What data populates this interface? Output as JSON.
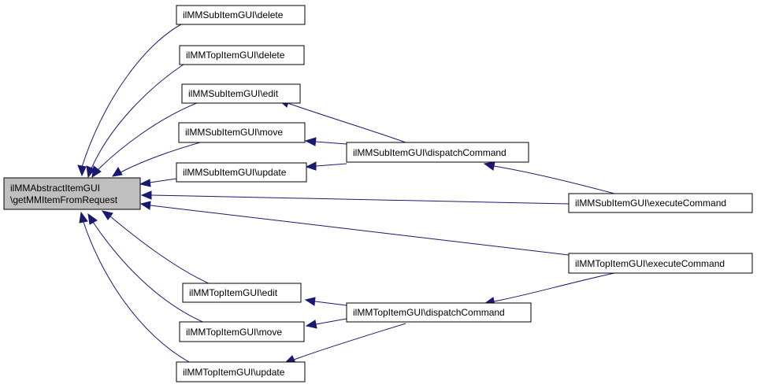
{
  "graph": {
    "colors": {
      "edge": "#191970",
      "node_border": "#000000",
      "node_fill": "#ffffff",
      "focus_fill": "#bfbfbf"
    },
    "nodes": {
      "root": {
        "line1": "ilMMAbstractItemGUI",
        "line2": "\\getMMItemFromRequest"
      },
      "sub_delete": {
        "label": "ilMMSubItemGUI\\delete"
      },
      "top_delete": {
        "label": "ilMMTopItemGUI\\delete"
      },
      "sub_edit": {
        "label": "ilMMSubItemGUI\\edit"
      },
      "sub_move": {
        "label": "ilMMSubItemGUI\\move"
      },
      "sub_update": {
        "label": "ilMMSubItemGUI\\update"
      },
      "sub_dispatch": {
        "label": "ilMMSubItemGUI\\dispatchCommand"
      },
      "sub_execute": {
        "label": "ilMMSubItemGUI\\executeCommand"
      },
      "top_execute": {
        "label": "ilMMTopItemGUI\\executeCommand"
      },
      "top_edit": {
        "label": "ilMMTopItemGUI\\edit"
      },
      "top_dispatch": {
        "label": "ilMMTopItemGUI\\dispatchCommand"
      },
      "top_move": {
        "label": "ilMMTopItemGUI\\move"
      },
      "top_update": {
        "label": "ilMMTopItemGUI\\update"
      }
    }
  }
}
